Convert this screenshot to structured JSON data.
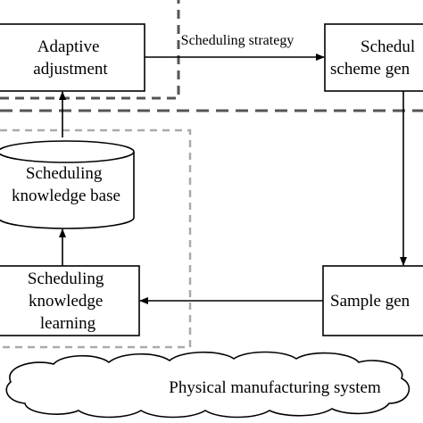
{
  "nodes": {
    "adaptive_adjustment": [
      "Adaptive",
      "adjustment"
    ],
    "scheduling_scheme_generation": [
      "Schedul",
      "scheme gen"
    ],
    "scheduling_knowledge_base": [
      "Scheduling",
      "knowledge base"
    ],
    "scheduling_knowledge_learning": [
      "Scheduling",
      "knowledge",
      "learning"
    ],
    "sample_generation": [
      "Sample gen"
    ],
    "physical_manufacturing_system": "Physical manufacturing system"
  },
  "edges": {
    "scheduling_strategy": "Scheduling strategy"
  },
  "colors": {
    "stroke": "#000000",
    "dashed_dark": "#555555",
    "dashed_light": "#aaaaaa",
    "background": "#ffffff"
  }
}
